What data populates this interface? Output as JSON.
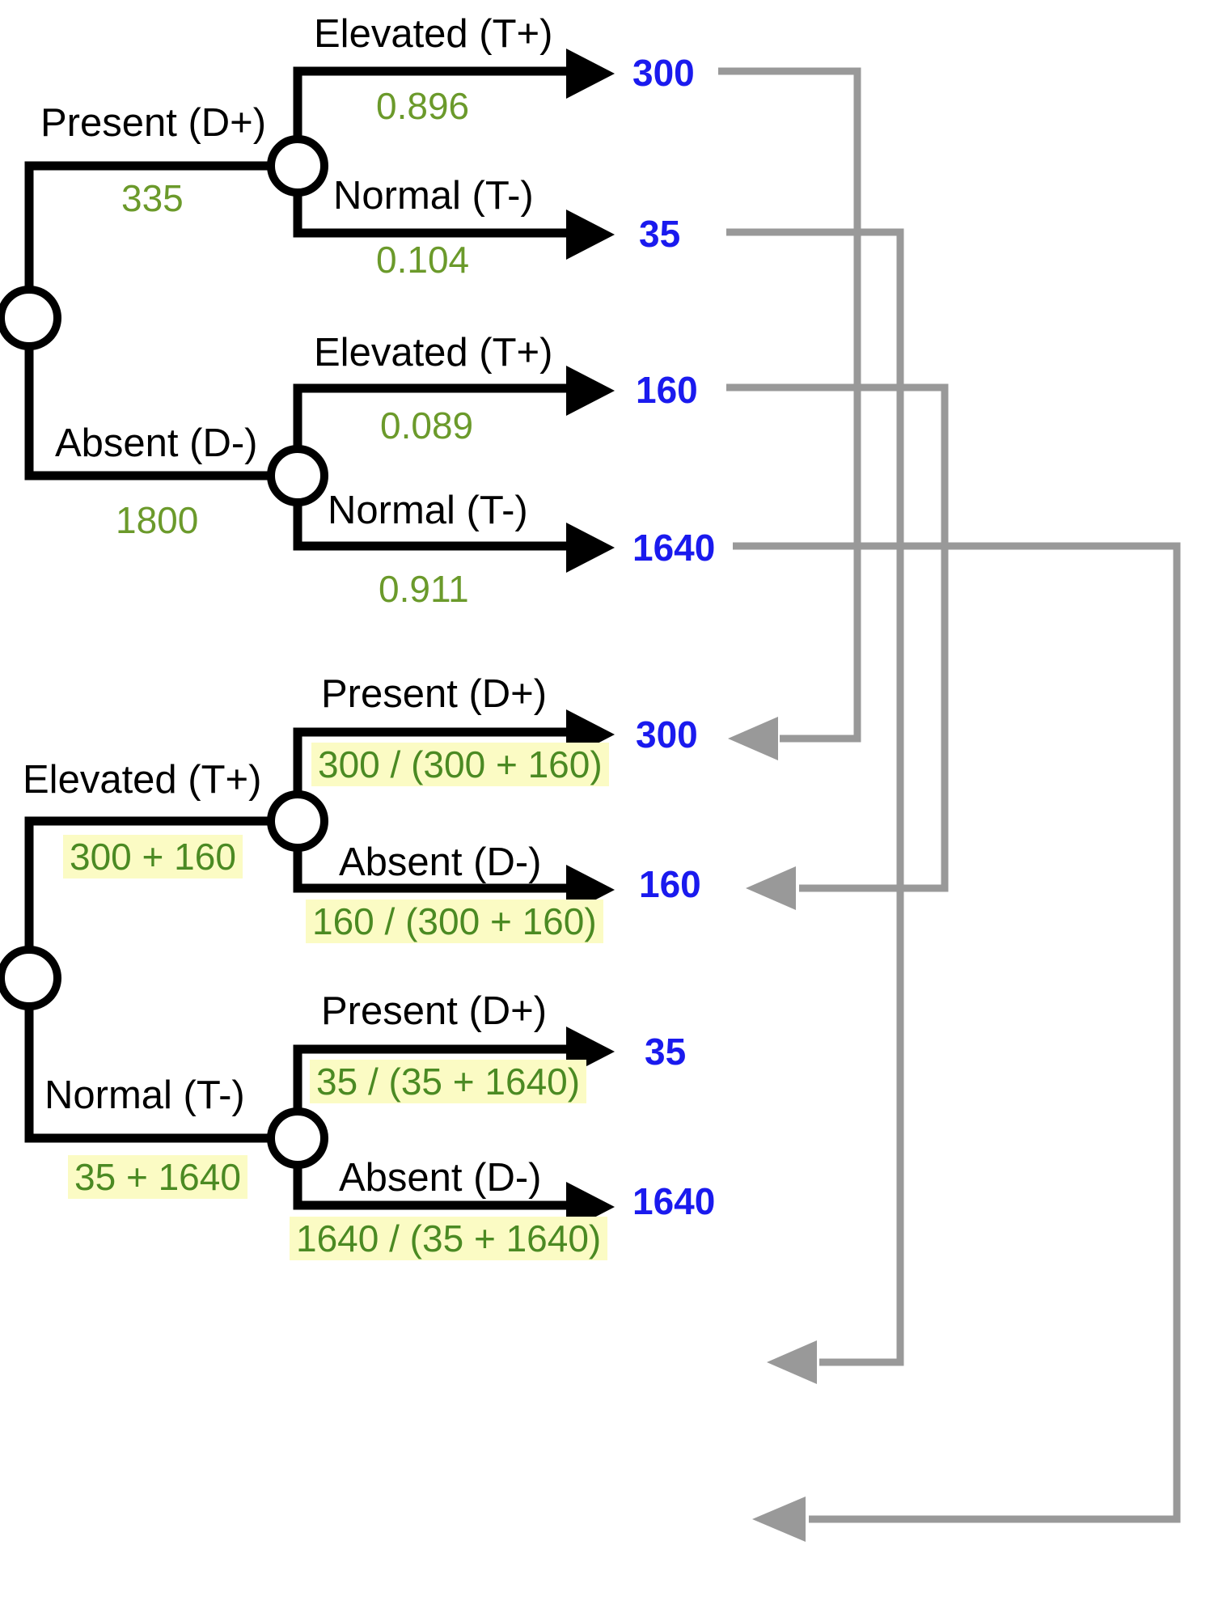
{
  "meta": {
    "title": "Diagnostic test decision tree with Bayes reversal",
    "colors": {
      "branch_black": "#000000",
      "count_green": "#6b9a2b",
      "formula_green": "#4b8a23",
      "result_blue": "#1a1aee",
      "highlight_yellow": "#fbfbc4",
      "connector_gray": "#999999",
      "background": "#ffffff"
    }
  },
  "top_tree": {
    "root_node": "chance-node",
    "branches": [
      {
        "label": "Present (D+)",
        "count": "335",
        "children": [
          {
            "label": "Elevated (T+)",
            "prob": "0.896",
            "outcome": "300"
          },
          {
            "label": "Normal (T-)",
            "prob": "0.104",
            "outcome": "35"
          }
        ]
      },
      {
        "label": "Absent (D-)",
        "count": "1800",
        "children": [
          {
            "label": "Elevated (T+)",
            "prob": "0.089",
            "outcome": "160"
          },
          {
            "label": "Normal (T-)",
            "prob": "0.911",
            "outcome": "1640"
          }
        ]
      }
    ]
  },
  "bottom_tree": {
    "root_node": "chance-node",
    "branches": [
      {
        "label": "Elevated (T+)",
        "count": "300 + 160",
        "children": [
          {
            "label": "Present (D+)",
            "prob": "300 / (300 + 160)",
            "outcome": "300"
          },
          {
            "label": "Absent (D-)",
            "prob": "160 / (300 + 160)",
            "outcome": "160"
          }
        ]
      },
      {
        "label": "Normal (T-)",
        "count": "35 + 1640",
        "children": [
          {
            "label": "Present (D+)",
            "prob": "35 / (35 + 1640)",
            "outcome": "35"
          },
          {
            "label": "Absent (D-)",
            "prob": "1640 / (35 + 1640)",
            "outcome": "1640"
          }
        ]
      }
    ]
  },
  "connectors": [
    {
      "from": "top-outcome-300",
      "to": "bottom-outcome-300",
      "value": "300"
    },
    {
      "from": "top-outcome-35",
      "to": "bottom-outcome-35",
      "value": "35"
    },
    {
      "from": "top-outcome-160",
      "to": "bottom-outcome-160",
      "value": "160"
    },
    {
      "from": "top-outcome-1640",
      "to": "bottom-outcome-1640",
      "value": "1640"
    }
  ]
}
